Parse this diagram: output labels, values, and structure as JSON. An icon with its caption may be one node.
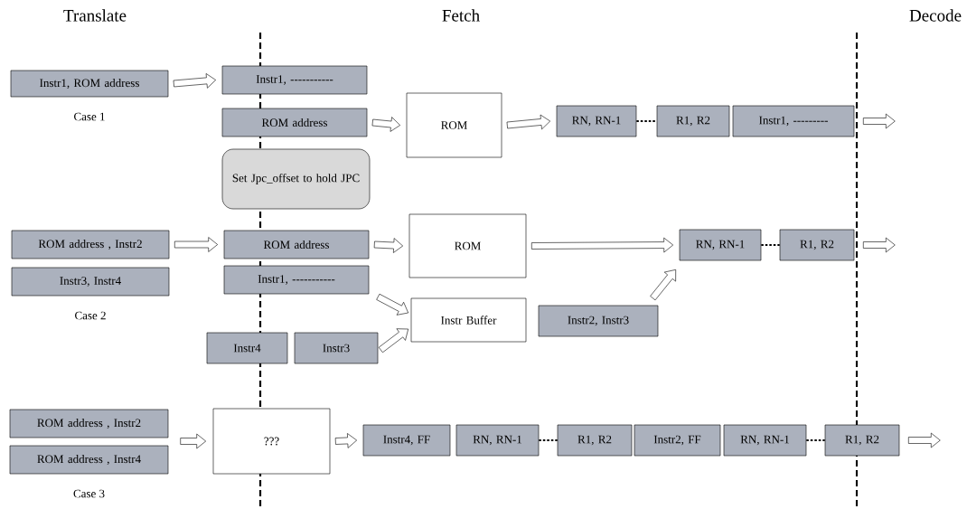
{
  "diagram": {
    "nodes": [
      {
        "text": [
          "Instr1, ROM address"
        ],
        "beside": [
          "Case 1"
        ]
      },
      {
        "text": [
          "Instr1,  -----------"
        ]
      },
      {
        "text": [
          "ROM address"
        ]
      },
      {
        "text": [
          "ROM"
        ]
      },
      {
        "text": [
          "RN, RN-1"
        ]
      },
      {
        "text": [
          "R1, R2"
        ]
      },
      {
        "text": [
          "Instr1,  ---------"
        ]
      },
      {
        "text": [
          "Set Jpc_offset to hold JPC"
        ]
      },
      {
        "text": [
          "ROM address , Instr2"
        ]
      },
      {
        "text": [
          "Instr3, Instr4"
        ],
        "beside": [
          "Case 2"
        ]
      },
      {
        "text": [
          "ROM address"
        ]
      },
      {
        "text": [
          "Instr1,  -----------"
        ]
      },
      {
        "text": [
          "ROM"
        ]
      },
      {
        "text": [
          "RN, RN-1"
        ]
      },
      {
        "text": [
          "R1, R2"
        ]
      },
      {
        "text": [
          "Instr Buffer"
        ]
      },
      {
        "text": [
          "Instr2, Instr3"
        ]
      },
      {
        "text": [
          "Instr4"
        ]
      },
      {
        "text": [
          "Instr3"
        ]
      },
      {
        "text": [
          "ROM address , Instr2"
        ]
      },
      {
        "text": [
          "ROM address , Instr4"
        ],
        "beside": [
          "Case 3"
        ]
      },
      {
        "text": [
          "???"
        ]
      },
      {
        "text": [
          "Instr4,  FF"
        ]
      },
      {
        "text": [
          "RN, RN-1"
        ]
      },
      {
        "text": [
          "R1, R2"
        ]
      },
      {
        "text": [
          "Instr2,  FF"
        ]
      },
      {
        "text": [
          "RN, RN-1"
        ]
      },
      {
        "text": [
          "R1, R2"
        ]
      }
    ],
    "edges": [
      {
        "from": 0,
        "to": 1,
        "arrow": "to"
      },
      {
        "from": 2,
        "to": 3,
        "arrow": "to"
      },
      {
        "from": 3,
        "to": 4,
        "arrow": "to"
      },
      {
        "from": 4,
        "to": 5,
        "arrow": "none",
        "style": "dashed"
      },
      {
        "from": 6,
        "to": null,
        "arrow": "to"
      },
      {
        "from": 8,
        "to": 10,
        "arrow": "to"
      },
      {
        "from": 10,
        "to": 12,
        "arrow": "to"
      },
      {
        "from": 12,
        "to": 13,
        "arrow": "to"
      },
      {
        "from": 11,
        "to": 15,
        "arrow": "to"
      },
      {
        "from": 18,
        "to": 15,
        "arrow": "to"
      },
      {
        "from": 16,
        "to": 13,
        "arrow": "to"
      },
      {
        "from": 13,
        "to": 14,
        "arrow": "none",
        "style": "dashed"
      },
      {
        "from": 14,
        "to": null,
        "arrow": "to"
      },
      {
        "from": null,
        "to": 21,
        "arrow": "to"
      },
      {
        "from": 21,
        "to": 22,
        "arrow": "to"
      },
      {
        "from": 23,
        "to": 24,
        "arrow": "none",
        "style": "dashed"
      },
      {
        "from": 26,
        "to": 27,
        "arrow": "none",
        "style": "dashed"
      },
      {
        "from": 27,
        "to": null,
        "arrow": "to"
      }
    ],
    "labels": [
      "Translate",
      "Fetch",
      "Decode"
    ]
  }
}
